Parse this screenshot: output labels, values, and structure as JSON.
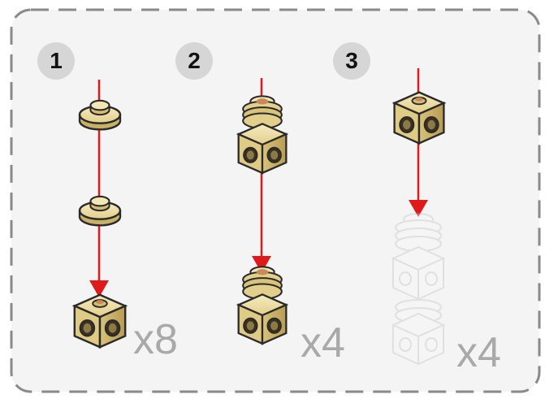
{
  "steps": [
    {
      "number": "1",
      "quantity": "x8"
    },
    {
      "number": "2",
      "quantity": "x4"
    },
    {
      "number": "3",
      "quantity": "x4"
    }
  ],
  "colors": {
    "brick_tan": "#e3cf8c",
    "brick_tan_dark": "#bfa65a",
    "arrow_red": "#e01a1a",
    "panel_border": "#8a8a8a",
    "panel_bg": "#f4f4f4",
    "ghost": "#eeeeee"
  },
  "icons": [
    "round-plate-icon",
    "technic-brick-icon",
    "ghost-assembly-icon",
    "arrow-down-icon"
  ]
}
